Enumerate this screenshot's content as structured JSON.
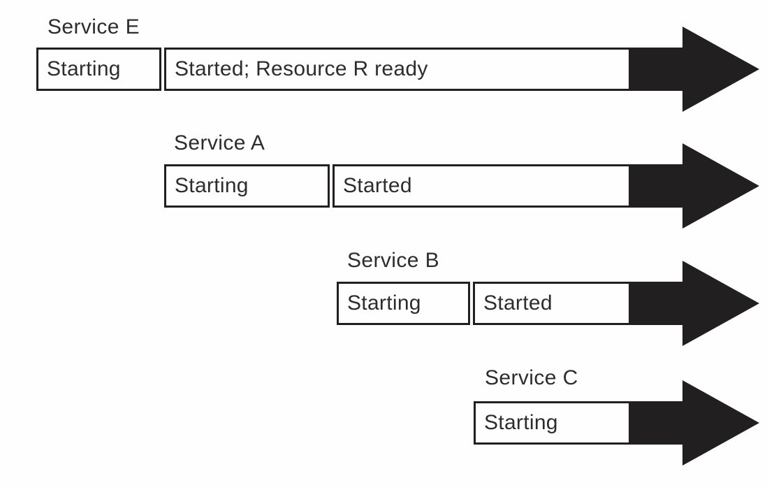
{
  "diagram": {
    "rows": [
      {
        "label": "Service E",
        "segments": [
          "Starting",
          "Started; Resource R ready"
        ]
      },
      {
        "label": "Service A",
        "segments": [
          "Starting",
          "Started"
        ]
      },
      {
        "label": "Service B",
        "segments": [
          "Starting",
          "Started"
        ]
      },
      {
        "label": "Service C",
        "segments": [
          "Starting"
        ]
      }
    ],
    "colors": {
      "arrow": "#221f20",
      "border": "#221f20",
      "text": "#2e2c2d",
      "background": "#fefefe"
    }
  }
}
